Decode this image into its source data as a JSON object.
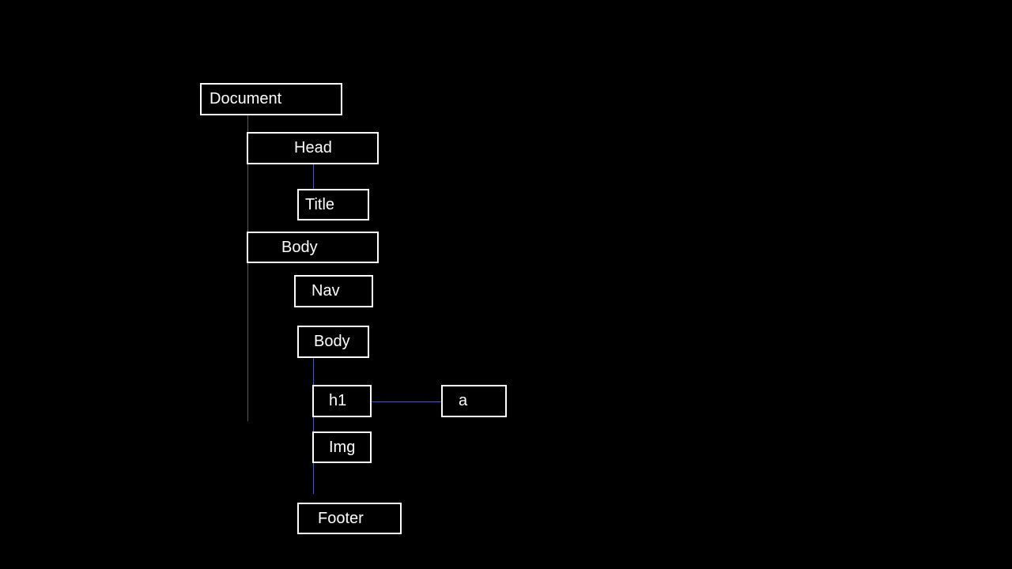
{
  "colors": {
    "background": "#000000",
    "node_border": "#ffffff",
    "node_text": "#ffffff",
    "connector": "#4a55a8"
  },
  "nodes": {
    "document": "Document",
    "head": "Head",
    "title": "Title",
    "body": "Body",
    "nav": "Nav",
    "inner_body": "Body",
    "h1": "h1",
    "a": "a",
    "img": "Img",
    "footer": "Footer"
  }
}
